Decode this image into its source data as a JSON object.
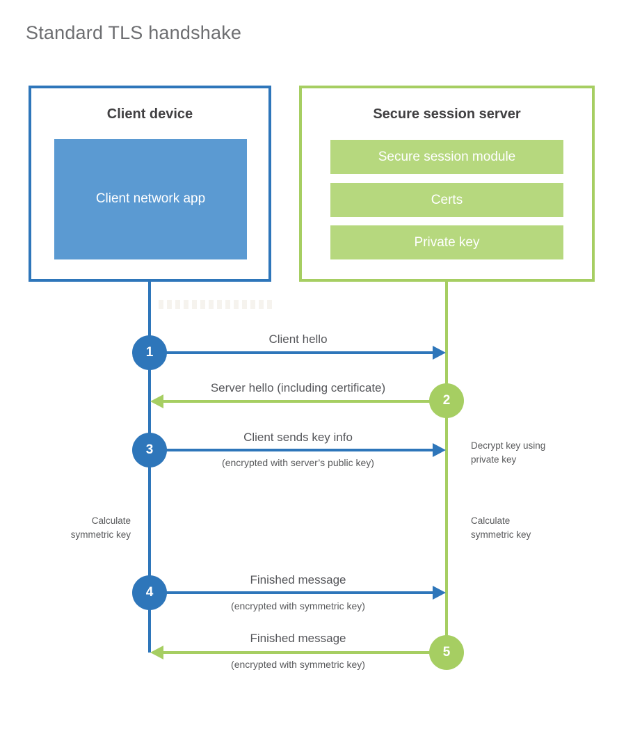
{
  "title": "Standard TLS handshake",
  "colors": {
    "blue_line": "#2e76ba",
    "blue_fill": "#5b9ad2",
    "green_line": "#a6ce62",
    "green_fill": "#b6d87e",
    "heading_text": "#414042",
    "label_text": "#58595b",
    "title_text": "#6d6e71"
  },
  "client_box": {
    "title": "Client device",
    "app_label": "Client network app"
  },
  "server_box": {
    "title": "Secure session server",
    "modules": [
      "Secure session module",
      "Certs",
      "Private key"
    ]
  },
  "steps": [
    {
      "number": "1",
      "actor": "client",
      "direction": "right",
      "label": "Client hello",
      "sublabel": ""
    },
    {
      "number": "2",
      "actor": "server",
      "direction": "left",
      "label": "Server hello (including certificate)",
      "sublabel": ""
    },
    {
      "number": "3",
      "actor": "client",
      "direction": "right",
      "label": "Client sends key info",
      "sublabel": "(encrypted with server’s public key)"
    },
    {
      "number": "4",
      "actor": "client",
      "direction": "right",
      "label": "Finished message",
      "sublabel": "(encrypted with symmetric key)"
    },
    {
      "number": "5",
      "actor": "server",
      "direction": "left",
      "label": "Finished message",
      "sublabel": "(encrypted with symmetric key)"
    }
  ],
  "annotations": {
    "decrypt_note": "Decrypt key using private key",
    "calc_left": "Calculate symmetric key",
    "calc_right": "Calculate symmetric key"
  }
}
